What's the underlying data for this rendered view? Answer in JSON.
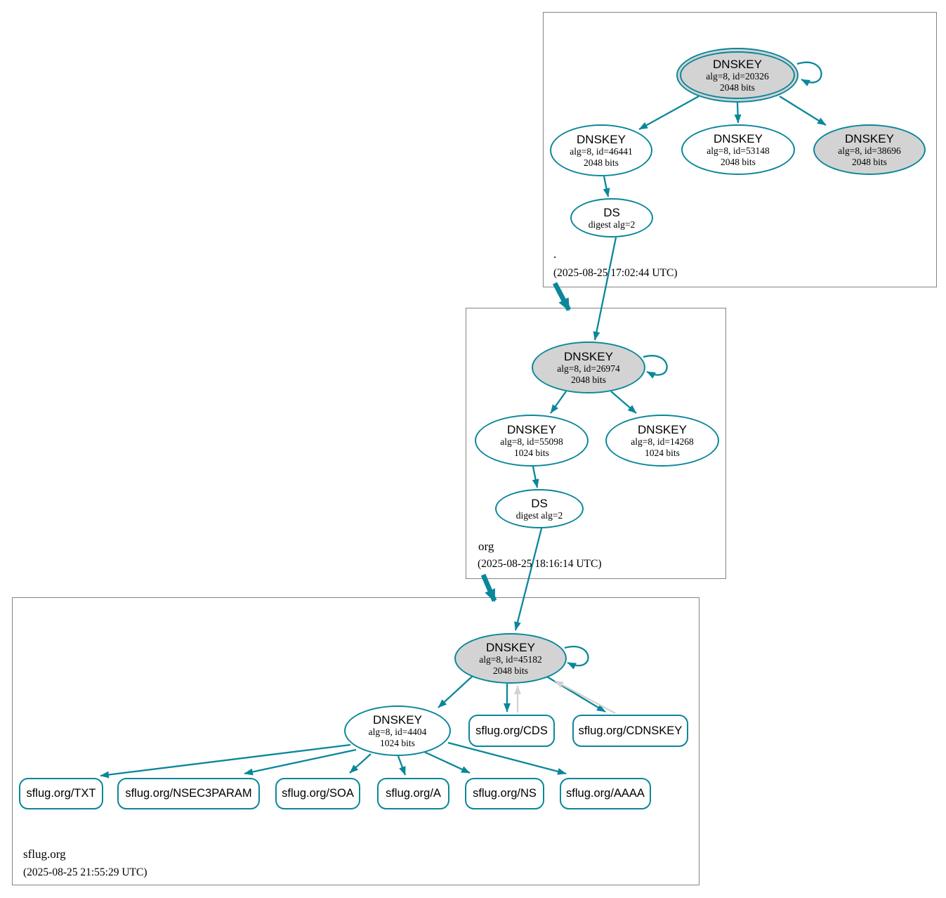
{
  "colors": {
    "teal": "#0a879a",
    "node_fill_gray": "#d3d3d3",
    "arrow_gray": "#d3d3d3",
    "box_border": "#848484"
  },
  "zones": [
    {
      "label": ".",
      "timestamp": "(2025-08-25 17:02:44 UTC)"
    },
    {
      "label": "org",
      "timestamp": "(2025-08-25 18:16:14 UTC)"
    },
    {
      "label": "sflug.org",
      "timestamp": "(2025-08-25 21:55:29 UTC)"
    }
  ],
  "nodes": {
    "root_ksk": {
      "title": "DNSKEY",
      "detail": "alg=8, id=20326",
      "bits": "2048 bits"
    },
    "root_zsk1": {
      "title": "DNSKEY",
      "detail": "alg=8, id=46441",
      "bits": "2048 bits"
    },
    "root_zsk2": {
      "title": "DNSKEY",
      "detail": "alg=8, id=53148",
      "bits": "2048 bits"
    },
    "root_ksk2": {
      "title": "DNSKEY",
      "detail": "alg=8, id=38696",
      "bits": "2048 bits"
    },
    "root_ds": {
      "title": "DS",
      "detail": "digest alg=2"
    },
    "org_ksk": {
      "title": "DNSKEY",
      "detail": "alg=8, id=26974",
      "bits": "2048 bits"
    },
    "org_zsk1": {
      "title": "DNSKEY",
      "detail": "alg=8, id=55098",
      "bits": "1024 bits"
    },
    "org_zsk2": {
      "title": "DNSKEY",
      "detail": "alg=8, id=14268",
      "bits": "1024 bits"
    },
    "org_ds": {
      "title": "DS",
      "detail": "digest alg=2"
    },
    "sflug_ksk": {
      "title": "DNSKEY",
      "detail": "alg=8, id=45182",
      "bits": "2048 bits"
    },
    "sflug_zsk": {
      "title": "DNSKEY",
      "detail": "alg=8, id=4404",
      "bits": "1024 bits"
    },
    "rr_cds": {
      "label": "sflug.org/CDS"
    },
    "rr_cdnskey": {
      "label": "sflug.org/CDNSKEY"
    },
    "rr_txt": {
      "label": "sflug.org/TXT"
    },
    "rr_nsec3param": {
      "label": "sflug.org/NSEC3PARAM"
    },
    "rr_soa": {
      "label": "sflug.org/SOA"
    },
    "rr_a": {
      "label": "sflug.org/A"
    },
    "rr_ns": {
      "label": "sflug.org/NS"
    },
    "rr_aaaa": {
      "label": "sflug.org/AAAA"
    }
  }
}
